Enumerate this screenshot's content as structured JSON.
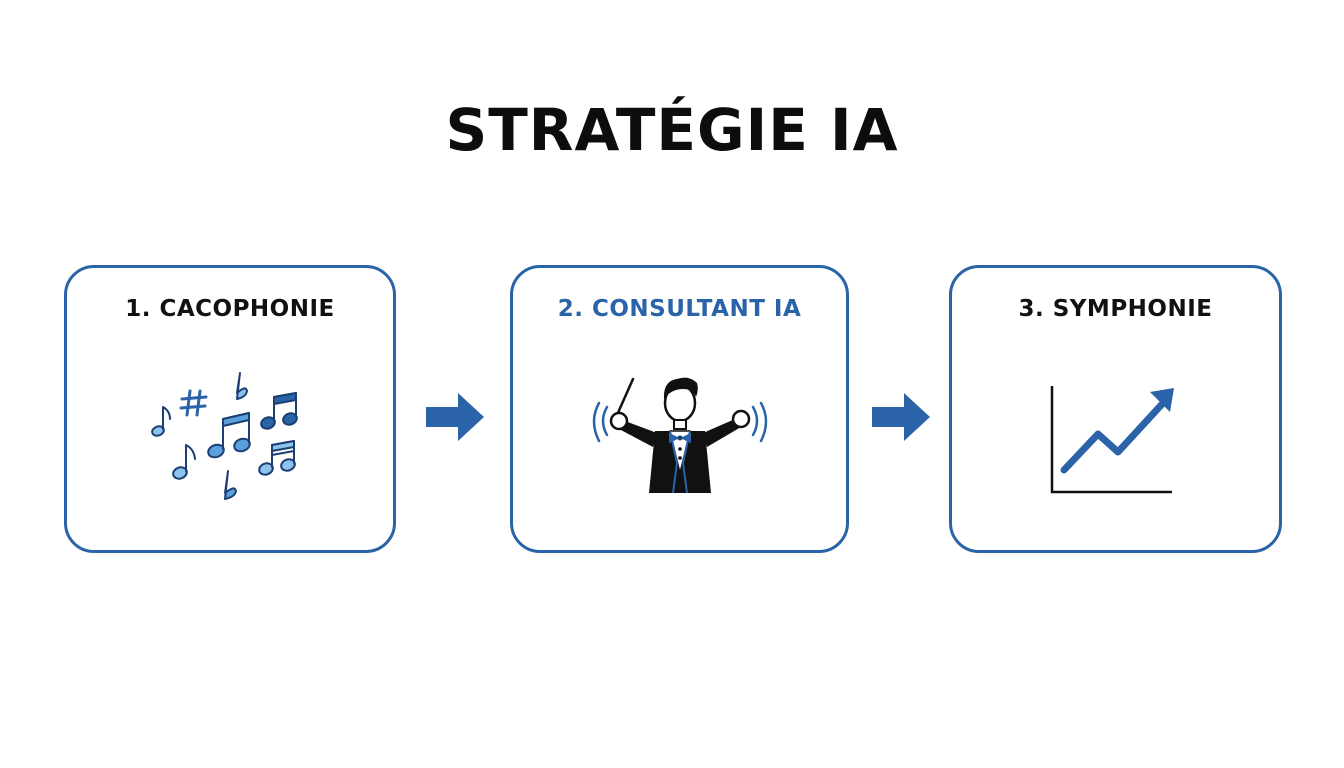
{
  "title": "STRATÉGIE IA",
  "steps": [
    {
      "label": "1. CACOPHONIE",
      "icon": "music-notes-icon",
      "label_color": "#111111"
    },
    {
      "label": "2. CONSULTANT IA",
      "icon": "conductor-icon",
      "label_color": "#2a63a8"
    },
    {
      "label": "3. SYMPHONIE",
      "icon": "growth-chart-icon",
      "label_color": "#111111"
    }
  ],
  "colors": {
    "accent": "#2a63a8",
    "light_blue": "#5aa0dc",
    "text": "#111111"
  }
}
